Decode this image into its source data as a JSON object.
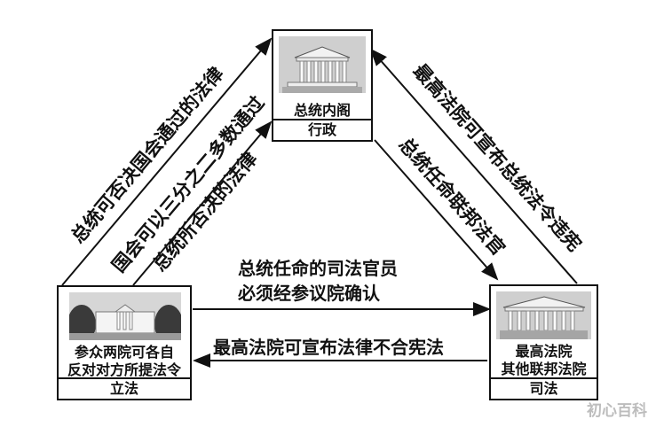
{
  "executive": {
    "caption": "总统内阁",
    "label": "行政"
  },
  "legislative": {
    "caption_line1": "参众两院可各自",
    "caption_line2": "反对对方所提法令",
    "label": "立法"
  },
  "judicial": {
    "caption_line1": "最高法院",
    "caption_line2": "其他联邦法院",
    "label": "司法"
  },
  "arrows": {
    "leg_to_exec_outer": "总统可否决国会通过的法律",
    "leg_to_exec_middle": "国会可以三分之二多数通过",
    "leg_to_exec_inner": "总统所否决的法律",
    "jud_to_exec_outer": "最高法院可宣布总统法令违宪",
    "exec_to_jud_inner": "总统任命联邦法官",
    "leg_to_jud_line1": "总统任命的司法官员",
    "leg_to_jud_line2": "必须经参议院确认",
    "jud_to_leg": "最高法院可宣布法律不合宪法"
  },
  "watermark": "初心百科"
}
